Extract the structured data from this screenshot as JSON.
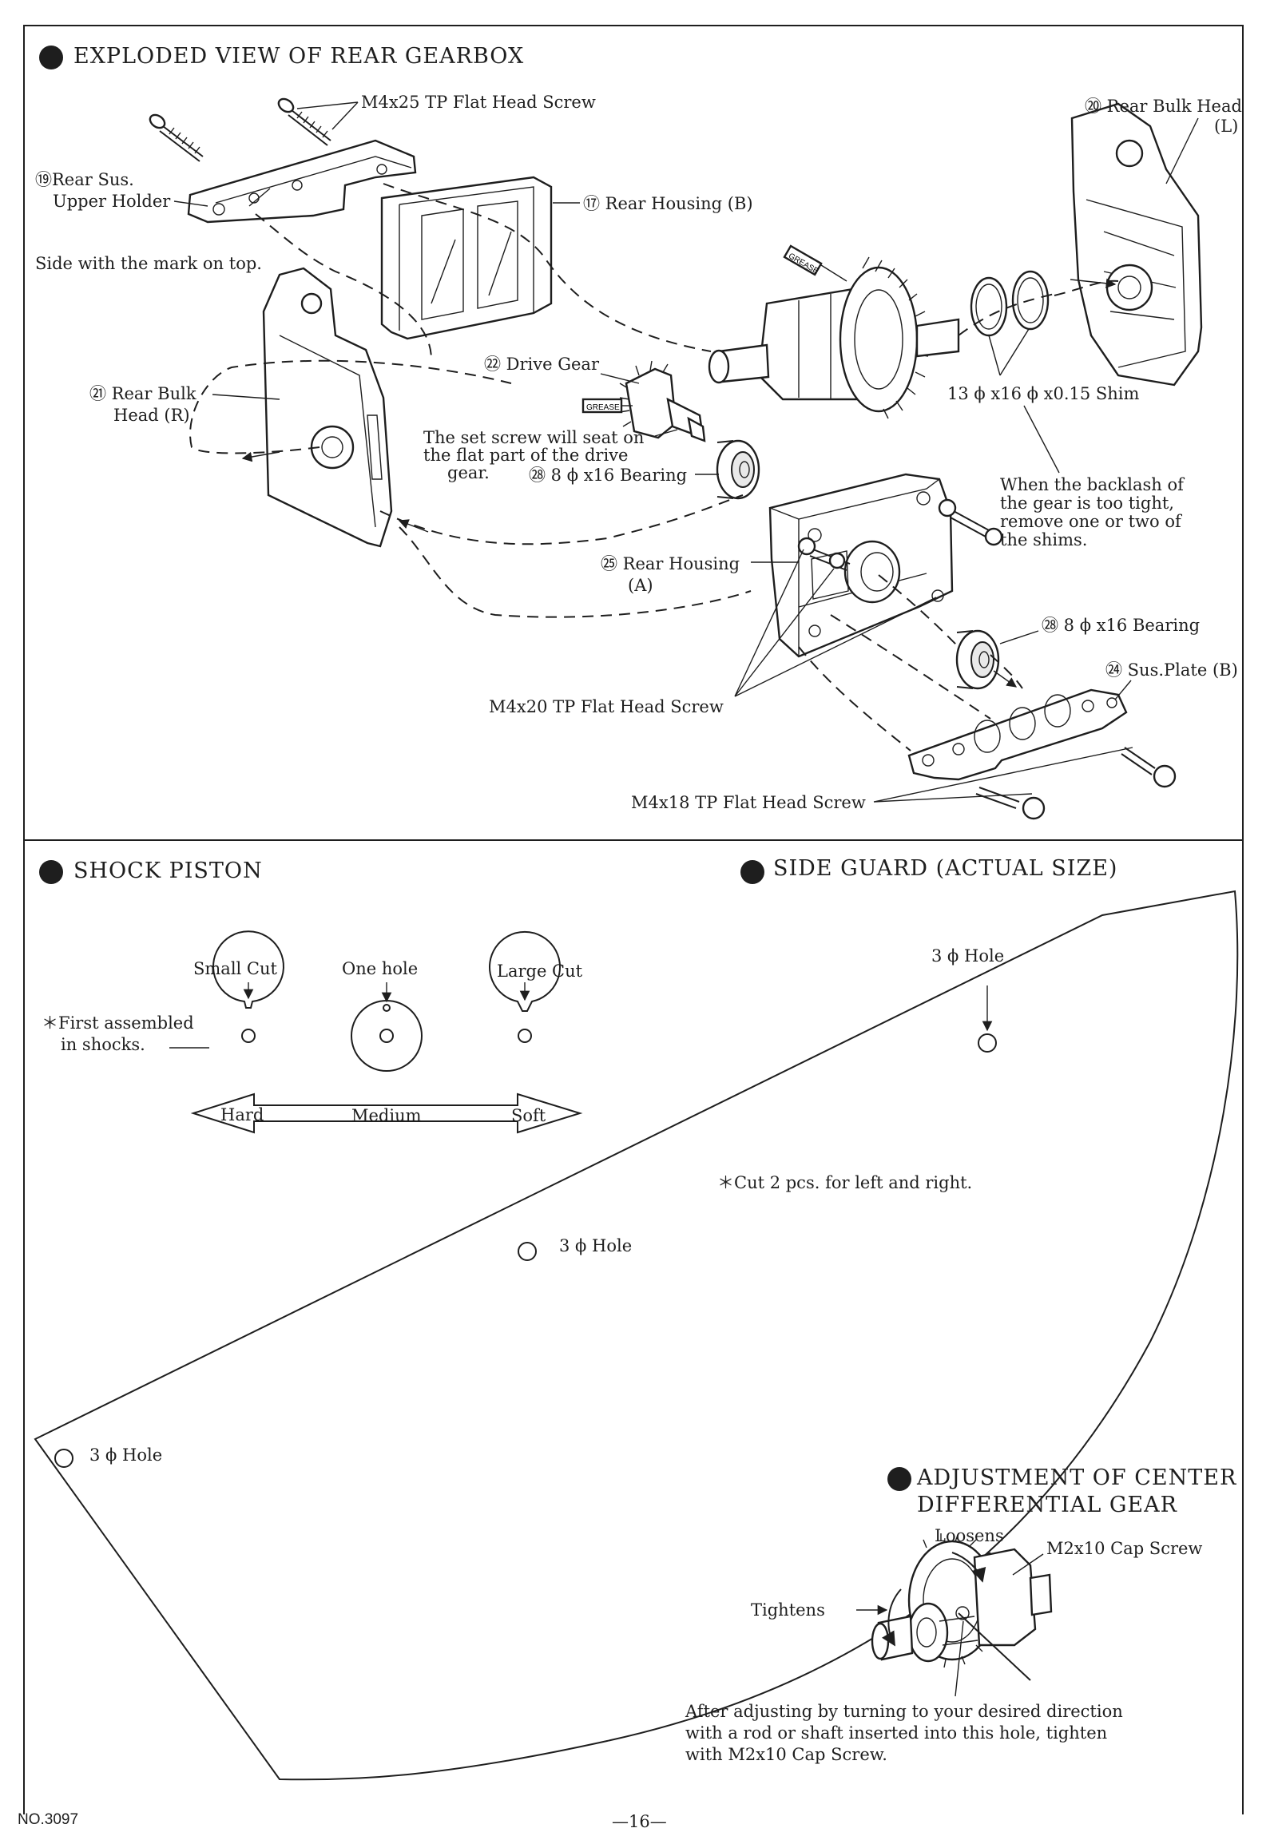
{
  "page": {
    "section_exploded": "EXPLODED VIEW OF REAR GEARBOX",
    "section_shock": "SHOCK PISTON",
    "section_sideguard": "SIDE GUARD (ACTUAL SIZE)",
    "section_adjust_line1": "ADJUSTMENT OF CENTER",
    "section_adjust_line2": "DIFFERENTIAL GEAR",
    "footer_number": "NO.3097",
    "footer_page": "—16—"
  },
  "gearbox": {
    "screw_m4x25": "M4x25 TP Flat Head Screw",
    "upper_holder_l1": "⑲Rear Sus.",
    "upper_holder_l2": "Upper Holder",
    "mark_on_top": "Side with the mark on top.",
    "housing_b": "⑰ Rear Housing (B)",
    "bulk_head_l_l1": "⑳ Rear Bulk Head",
    "bulk_head_l_l2": "(L)",
    "bulk_head_r_l1": "㉑ Rear Bulk",
    "bulk_head_r_l2": "Head (R)",
    "drive_gear": "㉒ Drive Gear",
    "shim": "13 ϕ x16 ϕ x0.15 Shim",
    "set_screw_l1": "The set screw will seat on",
    "set_screw_l2": "the flat part of the drive",
    "set_screw_l3": "gear.",
    "bearing_1": "㉘ 8 ϕ x16 Bearing",
    "backlash_l1": "When the backlash of",
    "backlash_l2": "the gear is too tight,",
    "backlash_l3": "remove one or two of",
    "backlash_l4": "the shims.",
    "housing_a_l1": "㉕ Rear Housing",
    "housing_a_l2": "(A)",
    "bearing_2": "㉘ 8 ϕ x16 Bearing",
    "sus_plate": "㉔ Sus.Plate (B)",
    "screw_m4x20": "M4x20 TP Flat Head Screw",
    "screw_m4x18": "M4x18 TP Flat Head Screw",
    "grease_1": "GREASE",
    "grease_2": "GREASE"
  },
  "shock": {
    "small_cut": "Small Cut",
    "one_hole": "One hole",
    "large_cut": "Large Cut",
    "first_l1": "＊First assembled",
    "first_l2": "in shocks.",
    "hard": "Hard",
    "medium": "Medium",
    "soft": "Soft"
  },
  "sideguard": {
    "hole_top": "3 ϕ Hole",
    "hole_mid": "3 ϕ Hole",
    "hole_left": "3 ϕ Hole",
    "cut_note": "＊Cut 2 pcs. for left and right."
  },
  "adjust": {
    "loosens": "Loosens",
    "cap_screw": "M2x10 Cap Screw",
    "tightens": "Tightens",
    "note_l1": "After adjusting by turning to your desired direction",
    "note_l2": "with a rod or shaft inserted into this hole, tighten",
    "note_l3": "with M2x10 Cap Screw."
  }
}
